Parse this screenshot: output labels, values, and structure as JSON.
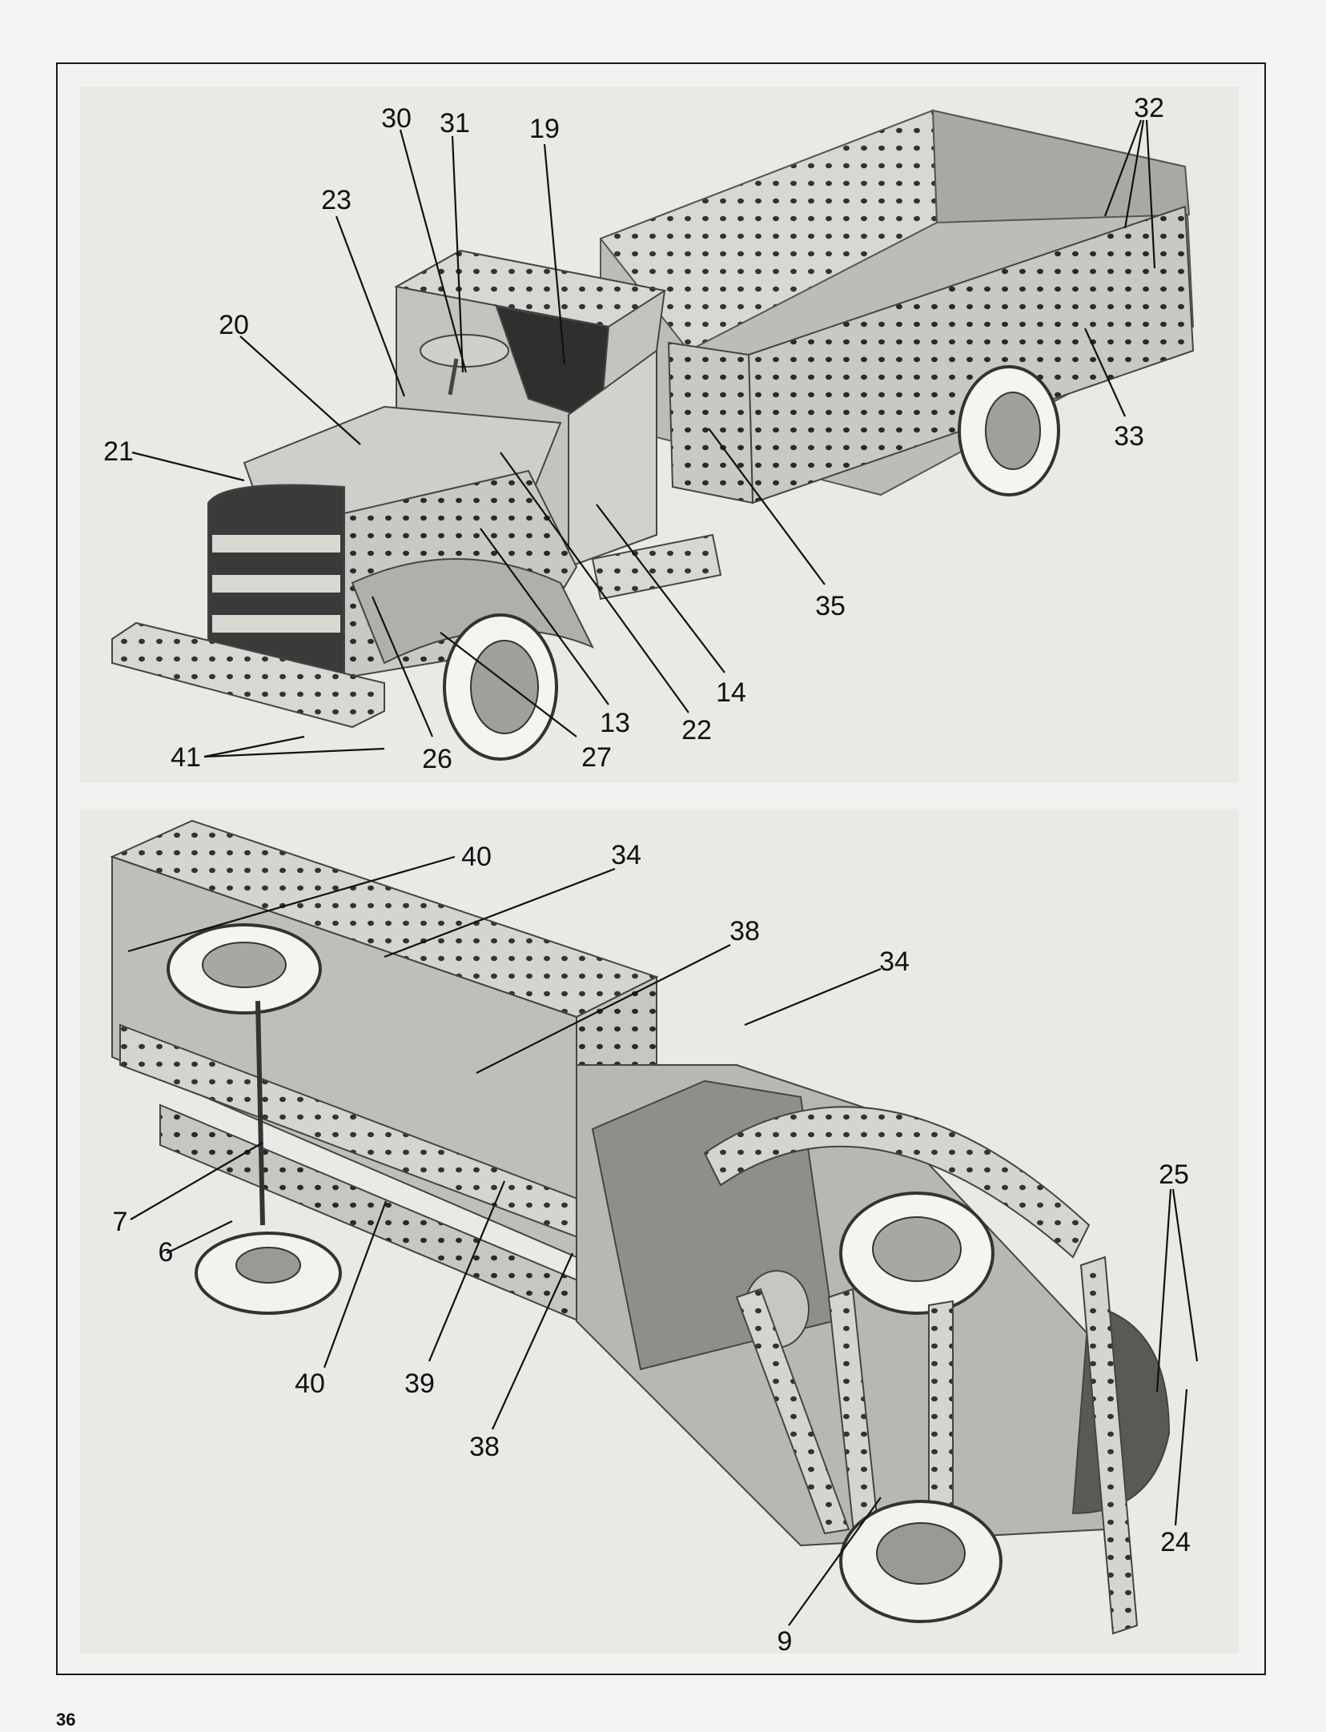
{
  "page": {
    "page_number": "36"
  },
  "figure_top": {
    "callouts": [
      {
        "id": "30",
        "label": "30"
      },
      {
        "id": "31",
        "label": "31"
      },
      {
        "id": "19",
        "label": "19"
      },
      {
        "id": "32",
        "label": "32"
      },
      {
        "id": "23",
        "label": "23"
      },
      {
        "id": "20",
        "label": "20"
      },
      {
        "id": "21",
        "label": "21"
      },
      {
        "id": "33",
        "label": "33"
      },
      {
        "id": "35",
        "label": "35"
      },
      {
        "id": "14",
        "label": "14"
      },
      {
        "id": "13",
        "label": "13"
      },
      {
        "id": "22",
        "label": "22"
      },
      {
        "id": "27",
        "label": "27"
      },
      {
        "id": "26",
        "label": "26"
      },
      {
        "id": "41",
        "label": "41"
      }
    ]
  },
  "figure_bottom": {
    "callouts": [
      {
        "id": "40a",
        "label": "40"
      },
      {
        "id": "34a",
        "label": "34"
      },
      {
        "id": "38a",
        "label": "38"
      },
      {
        "id": "34b",
        "label": "34"
      },
      {
        "id": "25",
        "label": "25"
      },
      {
        "id": "7",
        "label": "7"
      },
      {
        "id": "6",
        "label": "6"
      },
      {
        "id": "40b",
        "label": "40"
      },
      {
        "id": "39",
        "label": "39"
      },
      {
        "id": "38b",
        "label": "38"
      },
      {
        "id": "24",
        "label": "24"
      },
      {
        "id": "9",
        "label": "9"
      }
    ]
  }
}
